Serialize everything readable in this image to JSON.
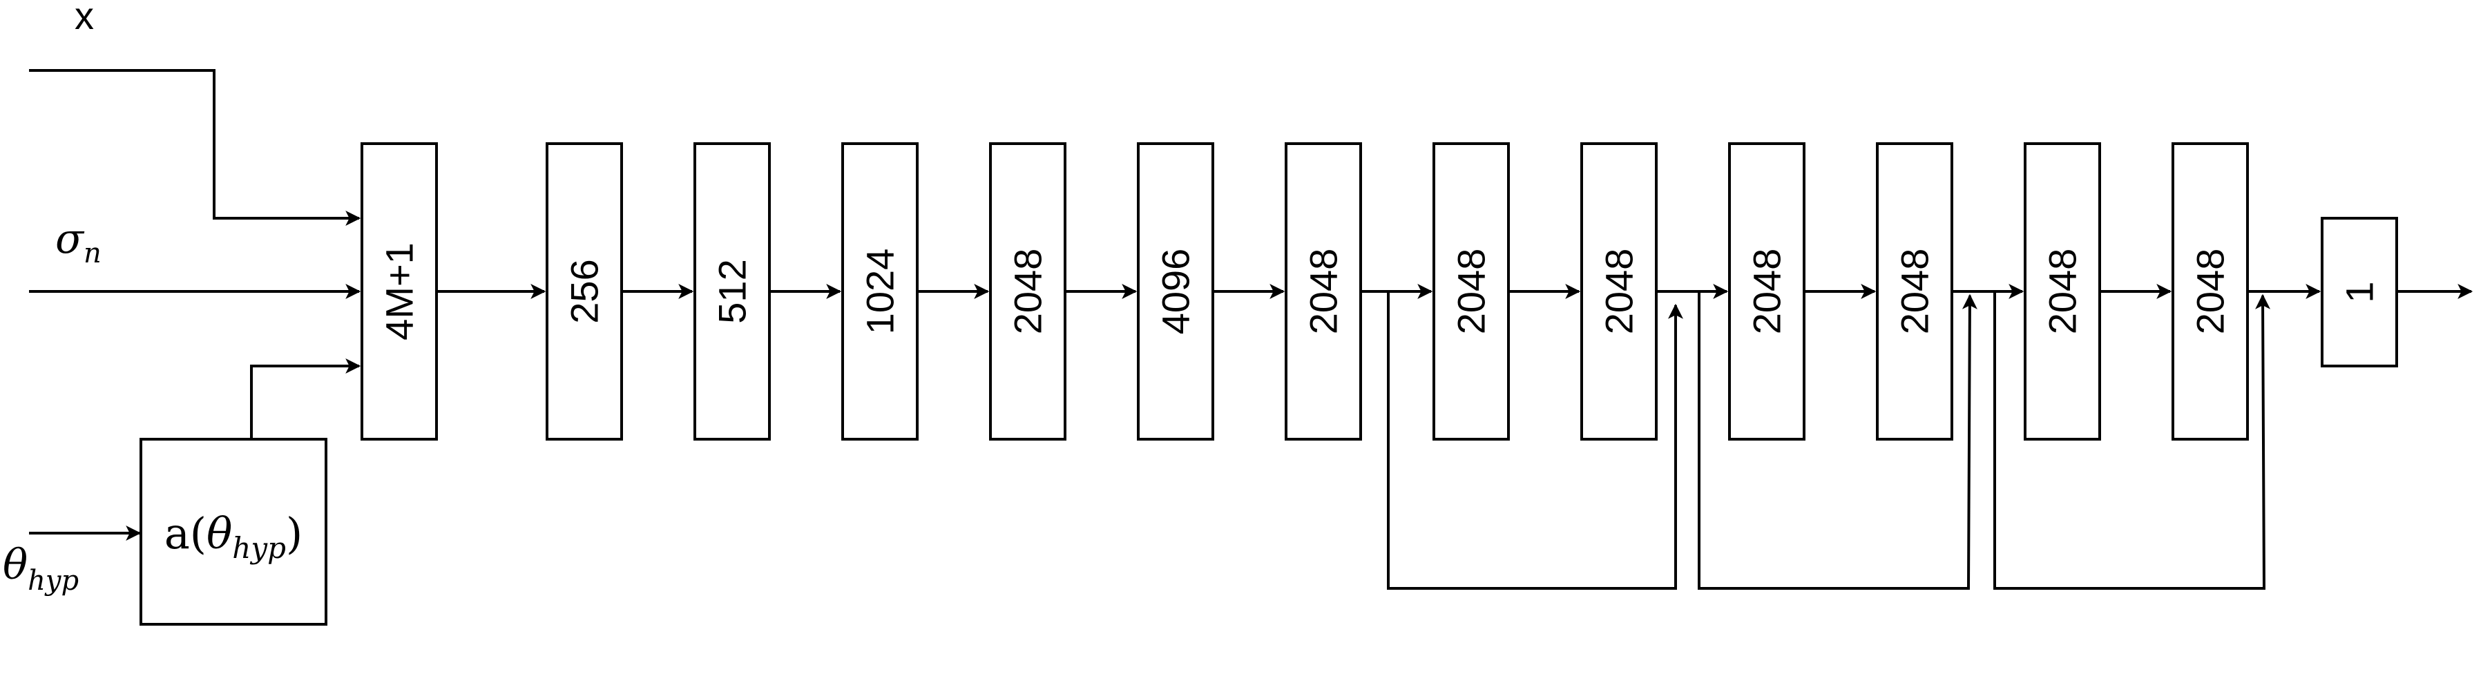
{
  "inputs": {
    "x": "x",
    "sigma": {
      "symbol": "σ",
      "subscript": "n"
    },
    "theta": {
      "symbol": "θ",
      "subscript": "hyp"
    }
  },
  "transform": {
    "prefix": "a(",
    "symbol": "θ",
    "subscript": "hyp",
    "suffix": ")"
  },
  "layers": [
    "4M+1",
    "256",
    "512",
    "1024",
    "2048",
    "4096",
    "2048",
    "2048",
    "2048",
    "2048",
    "2048",
    "2048",
    "2048",
    "1"
  ],
  "colors": {
    "stroke": "#000000",
    "background": "#ffffff"
  }
}
